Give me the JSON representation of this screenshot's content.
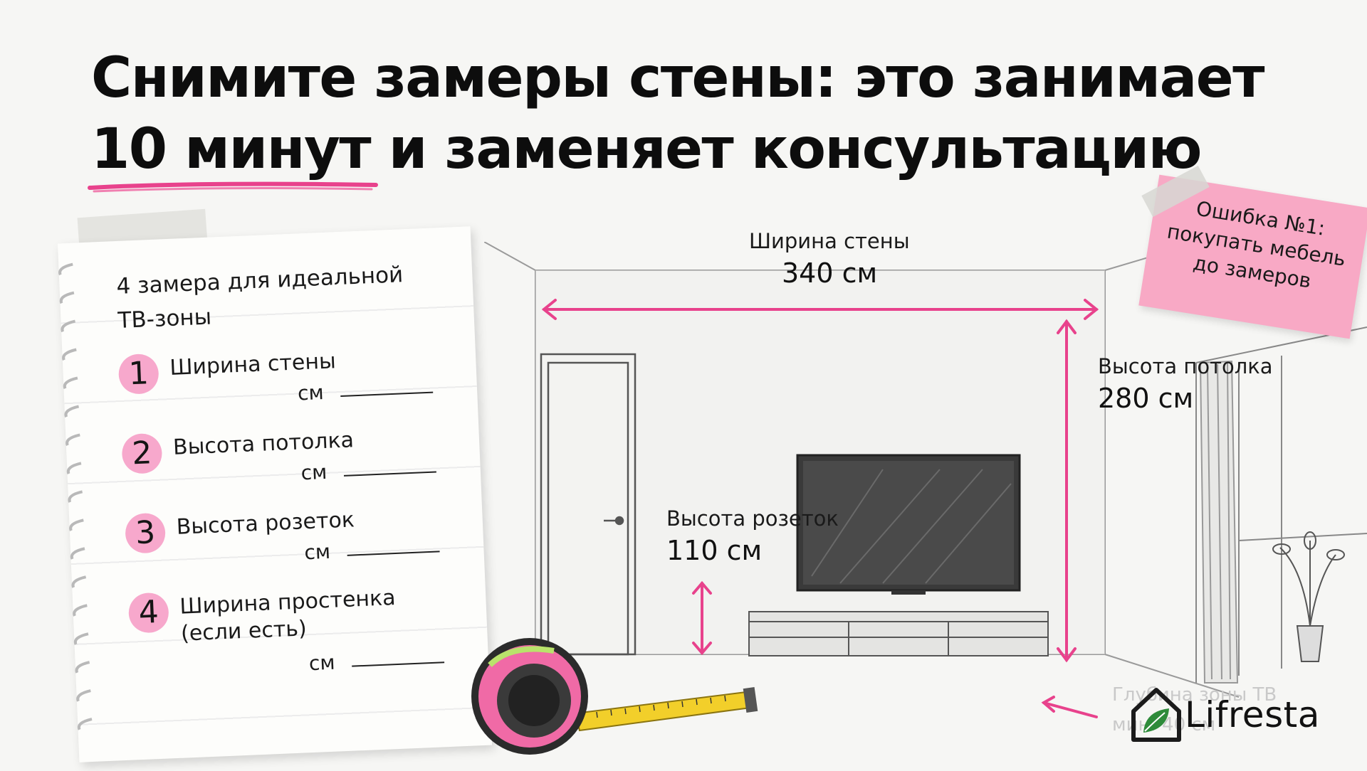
{
  "headline": {
    "line1": "Снимите замеры стены: это занимает",
    "line2_emphasis": "10 минут",
    "line2_rest": " и заменяет консультацию"
  },
  "checklist": {
    "title_line1": "4 замера для идеальной",
    "title_line2": "ТВ-зоны",
    "unit": "см",
    "items": [
      {
        "number": "1",
        "label": "Ширина стены"
      },
      {
        "number": "2",
        "label": "Высота потолка"
      },
      {
        "number": "3",
        "label": "Высота розеток"
      },
      {
        "number": "4",
        "label": "Ширина простенка",
        "label2": "(если есть)"
      }
    ]
  },
  "dimensions": {
    "wall_width": {
      "label": "Ширина стены",
      "value": "340 см"
    },
    "ceiling_height": {
      "label": "Высота потолка",
      "value": "280 см"
    },
    "outlet_height": {
      "label": "Высота розеток",
      "value": "110 см"
    },
    "tv_depth_faded": {
      "line1": "Глубина зоны ТВ",
      "line2": "мин. 40 см"
    }
  },
  "sticky_note": {
    "line1": "Ошибка №1:",
    "line2": "покупать мебель",
    "line3": "до замеров"
  },
  "logo": {
    "text": "Lifresta"
  },
  "colors": {
    "accent_pink": "#e8428c",
    "sticky_pink": "#f8a9c5",
    "circle_pink": "#f7a8cc",
    "logo_green": "#2e8b3a"
  }
}
